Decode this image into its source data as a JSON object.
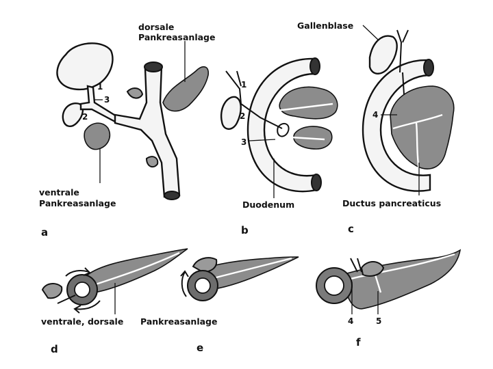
{
  "labels": {
    "dorsal_1": "dorsale",
    "dorsal_2": "Pankreasanlage",
    "ventral_1": "ventrale",
    "ventral_2": "Pankreasanlage",
    "gallbladder": "Gallenblase",
    "duodenum": "Duodenum",
    "ductus": "Ductus pancreaticus",
    "bottom_1": "ventrale, dorsale",
    "bottom_2": "Pankreasanlage"
  },
  "numbers": {
    "a1": "1",
    "a2": "2",
    "a3": "3",
    "b1": "1",
    "b2": "2",
    "b3": "3",
    "c4": "4",
    "f4": "4",
    "f5": "5"
  },
  "panels": {
    "a": "a",
    "b": "b",
    "c": "c",
    "d": "d",
    "e": "e",
    "f": "f"
  }
}
